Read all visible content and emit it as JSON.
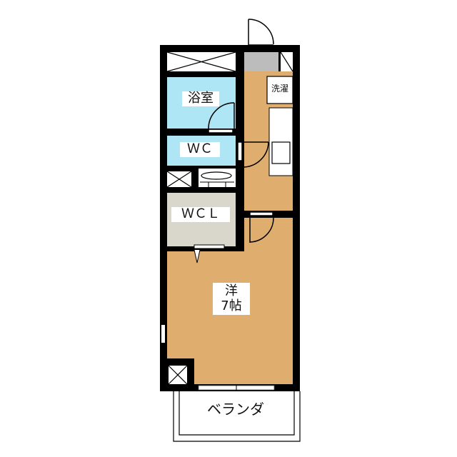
{
  "floorplan": {
    "rooms": {
      "bath": "浴室",
      "wc": "ＷＣ",
      "wcl": "ＷＣＬ",
      "laundry": "洗濯",
      "western_room_type": "洋",
      "western_room_size": "7帖",
      "balcony": "ベランダ"
    },
    "colors": {
      "wall": "#000000",
      "bath": "#aee6f5",
      "closet": "#d9d6cb",
      "floor": "#dfae6e",
      "entrance": "#bcbcbc"
    }
  }
}
